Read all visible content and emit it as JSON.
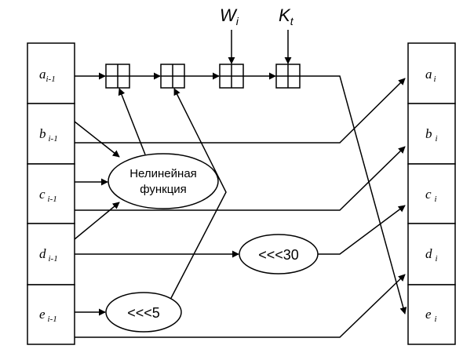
{
  "inputs": [
    {
      "base": "a",
      "sub": "i-1"
    },
    {
      "base": "b",
      "sub": "i-1"
    },
    {
      "base": "c",
      "sub": "i-1"
    },
    {
      "base": "d",
      "sub": "i-1"
    },
    {
      "base": "e",
      "sub": "i-1"
    }
  ],
  "outputs": [
    {
      "base": "a",
      "sub": "i"
    },
    {
      "base": "b",
      "sub": "i"
    },
    {
      "base": "c",
      "sub": "i"
    },
    {
      "base": "d",
      "sub": "i"
    },
    {
      "base": "e",
      "sub": "i"
    }
  ],
  "top_inputs": {
    "w": {
      "base": "W",
      "sub": "i"
    },
    "k": {
      "base": "K",
      "sub": "t"
    }
  },
  "nonlinear": {
    "line1": "Нелинейная",
    "line2": "функция"
  },
  "rot30": "<<<30",
  "rot5": "<<<5"
}
